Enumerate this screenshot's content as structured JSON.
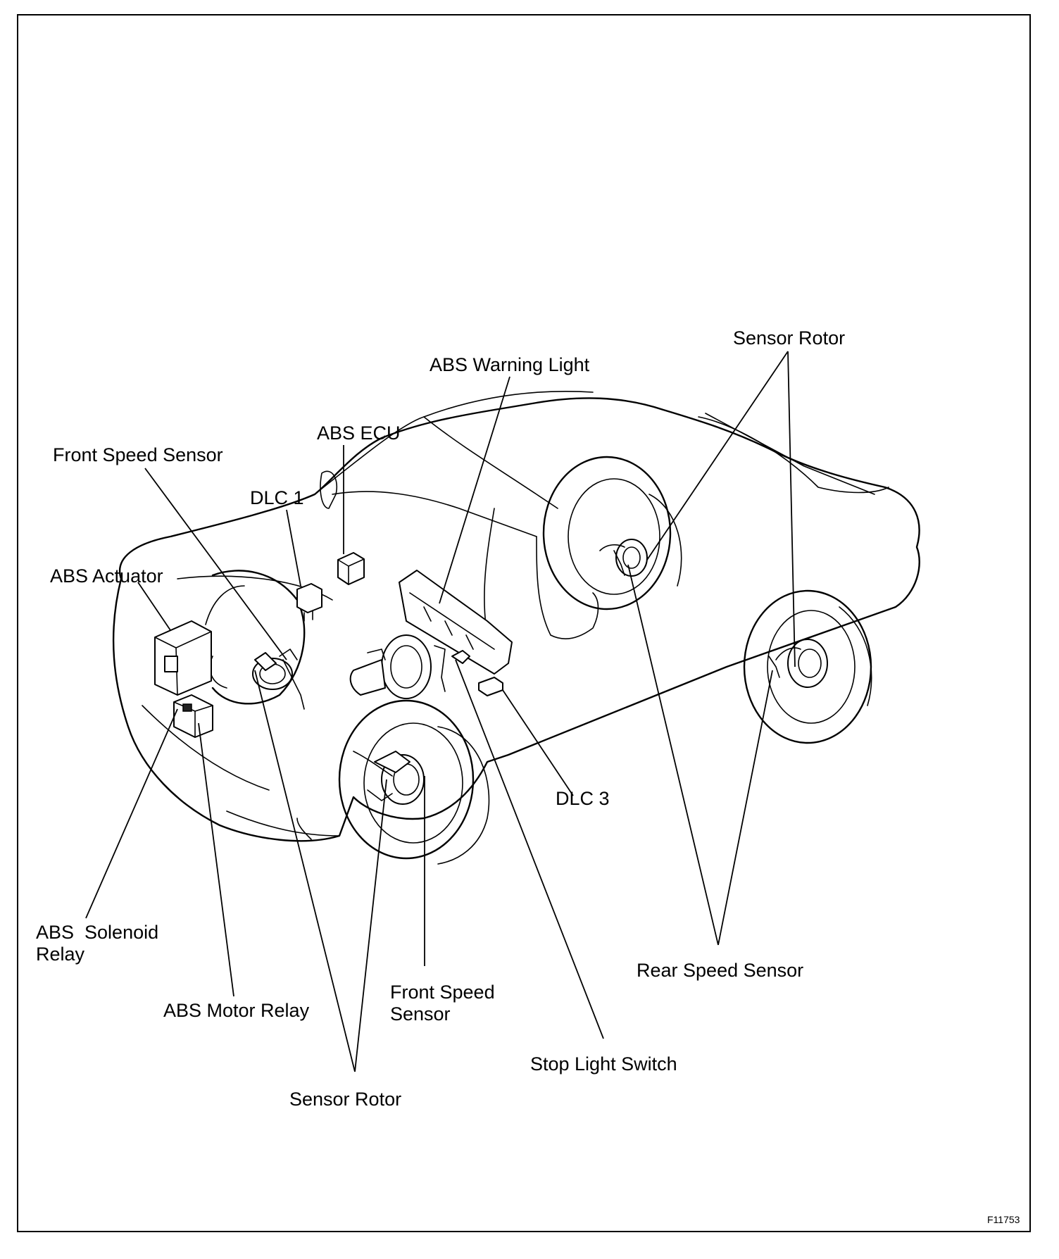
{
  "labels": {
    "sensor_rotor_rear": "Sensor Rotor",
    "abs_warning_light": "ABS Warning Light",
    "abs_ecu": "ABS ECU",
    "front_speed_sensor_top": "Front Speed Sensor",
    "dlc1": "DLC 1",
    "abs_actuator": "ABS Actuator",
    "dlc3": "DLC 3",
    "abs_solenoid_relay_line1": "ABS  Solenoid",
    "abs_solenoid_relay_line2": "Relay",
    "abs_motor_relay": "ABS Motor Relay",
    "front_speed_sensor_bottom_line1": "Front Speed",
    "front_speed_sensor_bottom_line2": "Sensor",
    "rear_speed_sensor": "Rear Speed Sensor",
    "stop_light_switch": "Stop Light Switch",
    "sensor_rotor_front": "Sensor Rotor"
  },
  "figure_id": "F11753"
}
